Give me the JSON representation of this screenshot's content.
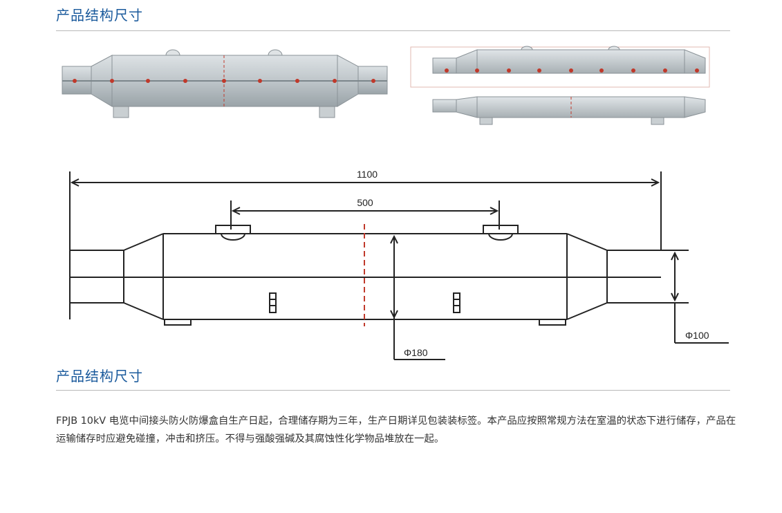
{
  "section1": {
    "title": "产品结构尺寸"
  },
  "section2": {
    "title": "产品结构尺寸"
  },
  "drawing": {
    "overall_length": "1100",
    "mount_spacing": "500",
    "body_diameter": "Φ180",
    "end_diameter": "Φ100"
  },
  "description": "FPJB 10kV 电览中间接头防火防爆盒自生产日起，合理储存期为三年，生产日期详见包装装标签。本产品应按照常规方法在室温的状态下进行储存，产品在运输储存时应避免碰撞，冲击和挤压。不得与强酸强碱及其腐蚀性化学物品堆放在一起。",
  "colors": {
    "title": "#1a5a9c",
    "body": "#bcc4c8",
    "accent": "#c0392b"
  }
}
